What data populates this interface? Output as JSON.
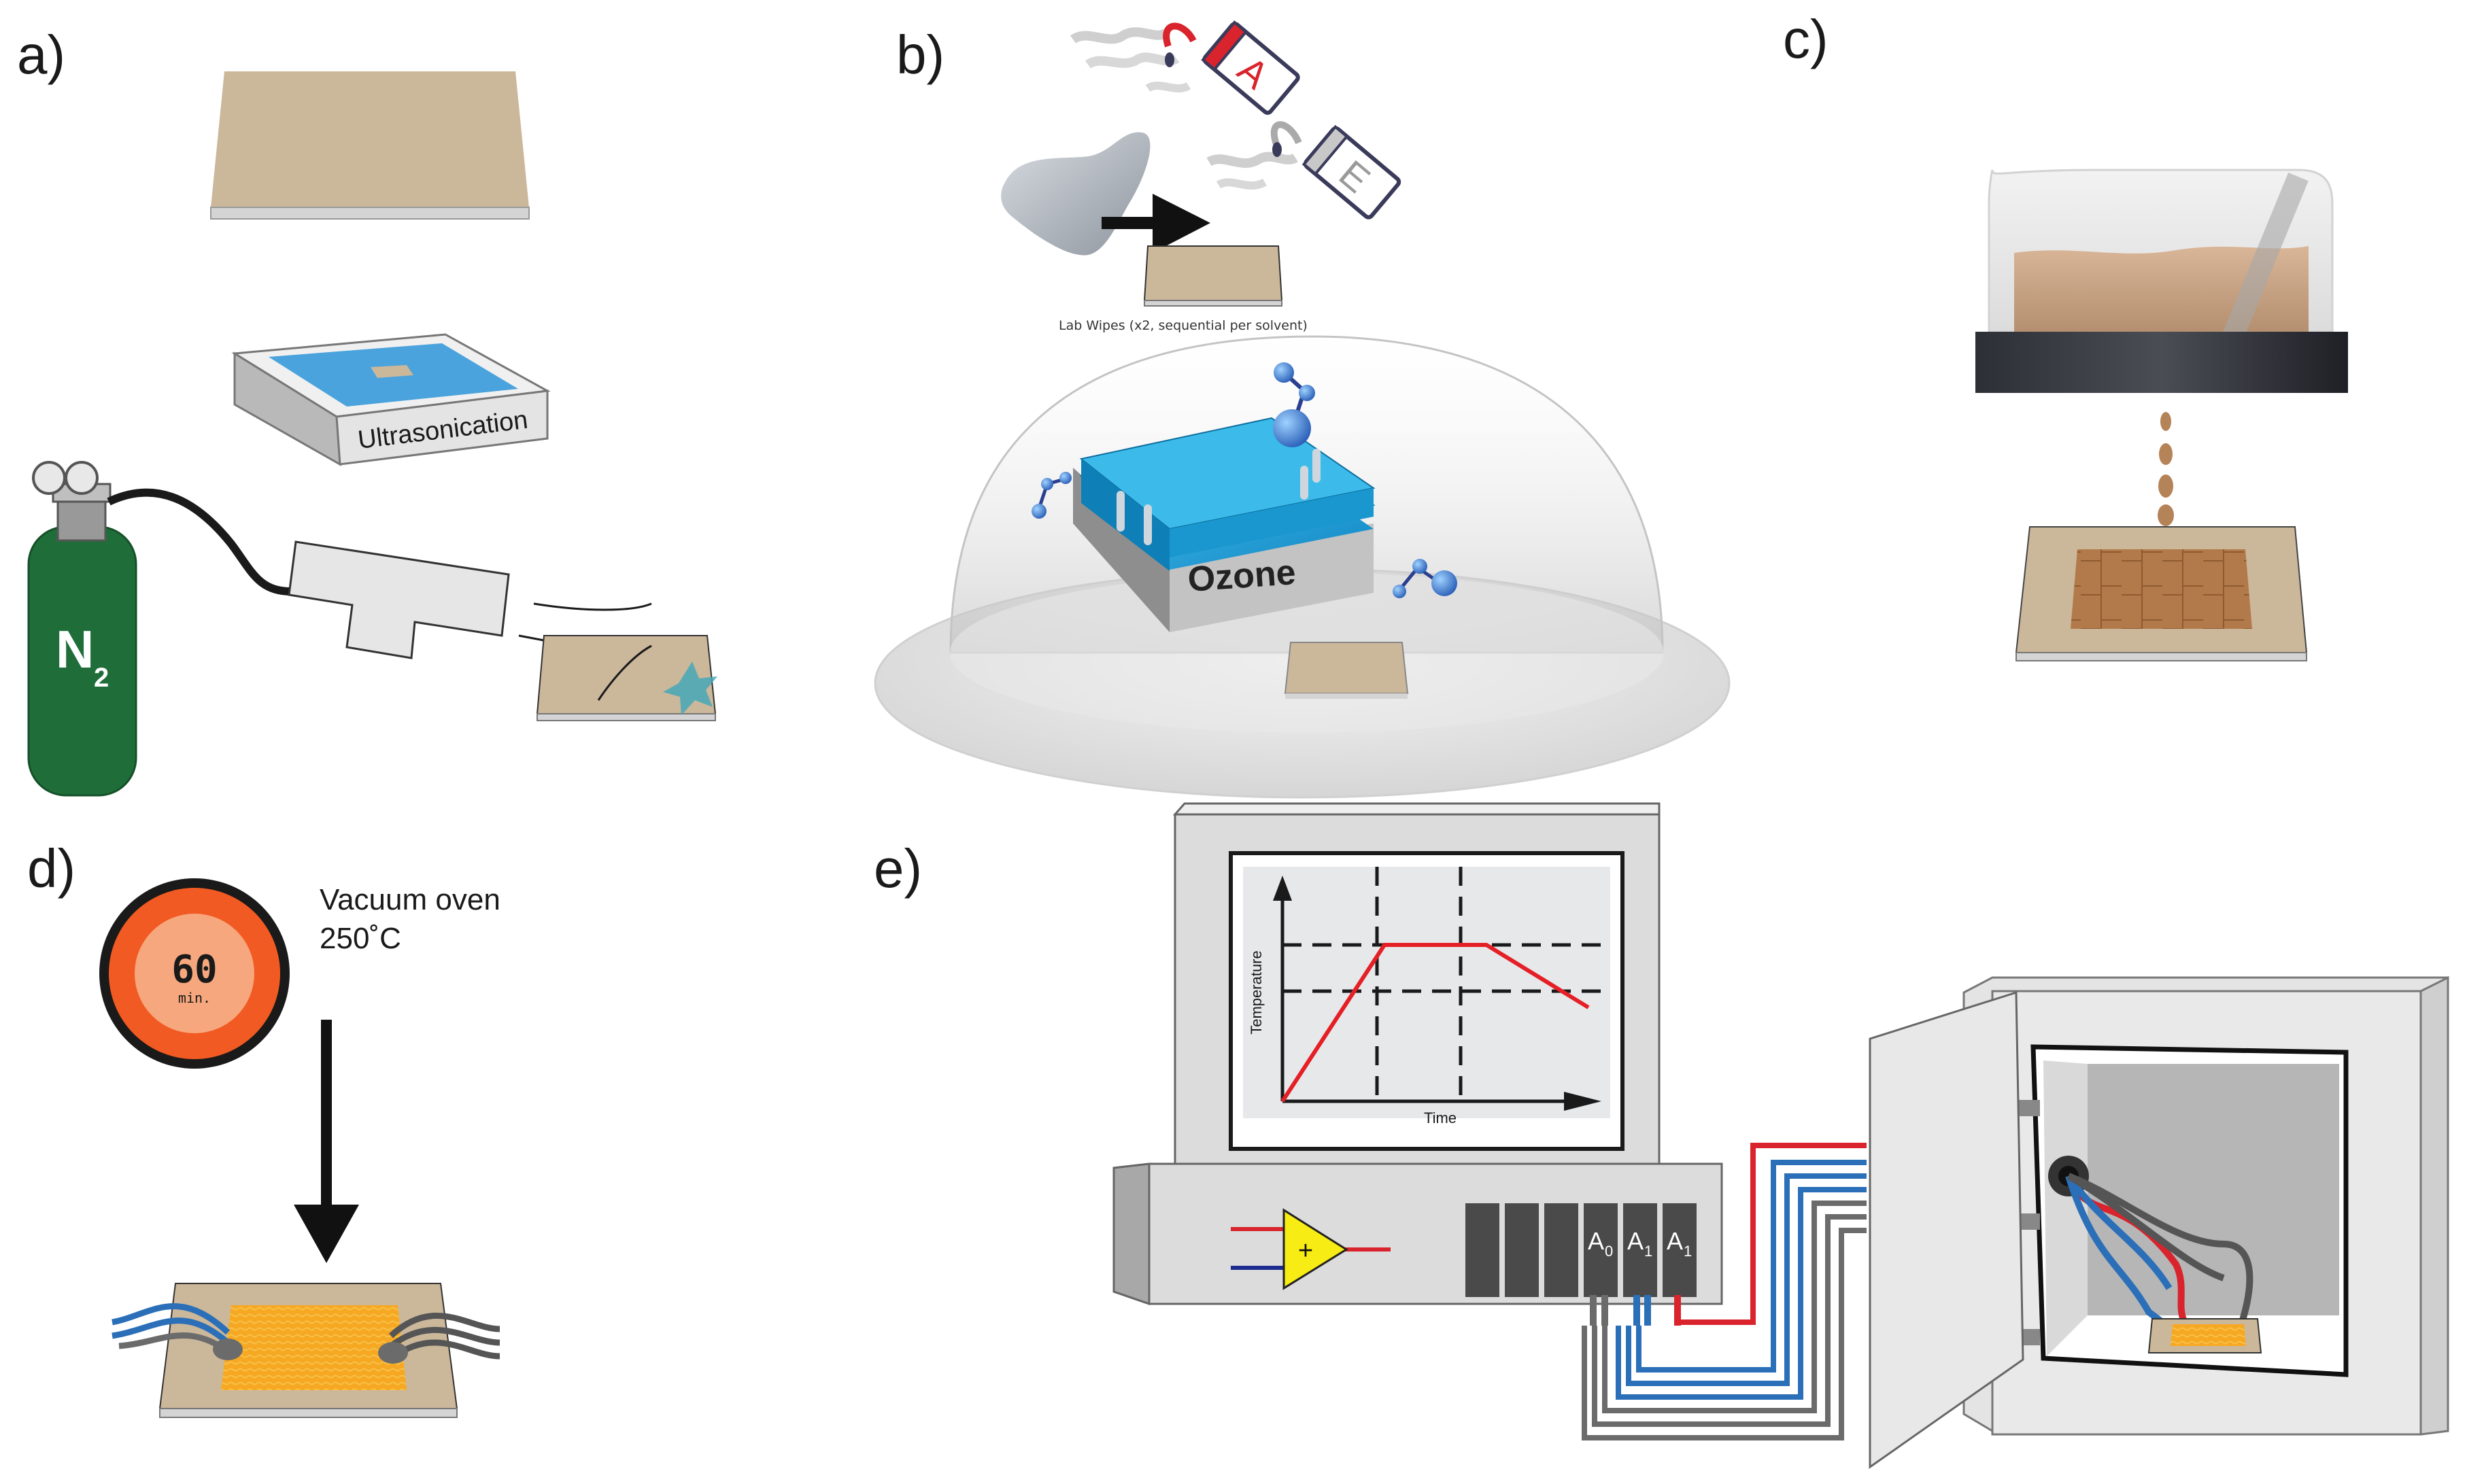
{
  "panels": {
    "a": {
      "label": "a)",
      "ultrasonication": "Ultrasonication",
      "n2_main": "N",
      "n2_sub": "2"
    },
    "b": {
      "label": "b)",
      "bottle_a": "A",
      "bottle_e": "E",
      "lab_wipes": "Lab Wipes (x2, sequential per solvent)",
      "ozone": "Ozone"
    },
    "c": {
      "label": "c)"
    },
    "d": {
      "label": "d)",
      "timer_value": "60",
      "timer_unit": "min.",
      "oven_line1": "Vacuum oven",
      "oven_line2": "250˚C"
    },
    "e": {
      "label": "e)",
      "ylabel": "Temperature",
      "xlabel": "Time",
      "amp_symbol": "+",
      "channels": [
        {
          "base": "A",
          "sub": "0"
        },
        {
          "base": "A",
          "sub": "1"
        },
        {
          "base": "A",
          "sub": "1"
        }
      ],
      "profile": [
        [
          0,
          0
        ],
        [
          3,
          5
        ],
        [
          6,
          5
        ],
        [
          9,
          3
        ]
      ]
    }
  },
  "colors": {
    "substrate": "#cbb79a",
    "substrate_edge": "#c8c8c8",
    "cylinder": "#1f6e3a",
    "ozone_blue": "#1ea7e0",
    "timer_outer": "#f15a22",
    "timer_inner": "#f7a77d",
    "film": "#f7a823",
    "red_wire": "#d9232d",
    "blue_wire": "#2a6fb8",
    "grey_wire": "#6b6b6b",
    "amp_yellow": "#f7ec13"
  }
}
